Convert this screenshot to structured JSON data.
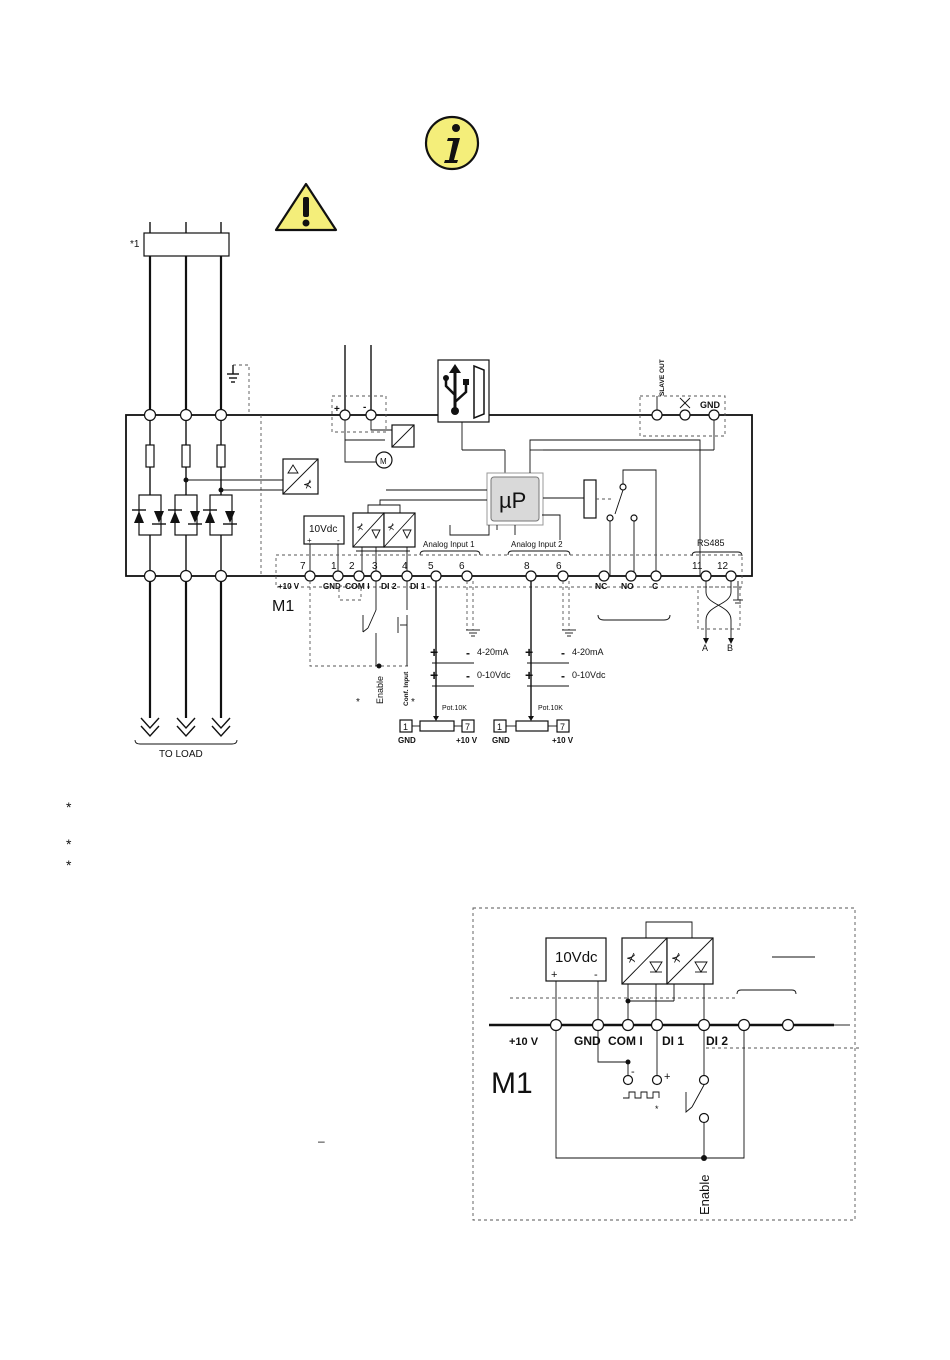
{
  "icons": {
    "info": "info-icon",
    "warning": "warning-icon",
    "usb": "usb-icon",
    "micro": "microprocessor-icon"
  },
  "colors": {
    "icon_fill": "#f4ee7a",
    "ink": "#111111",
    "up_box": "#d9d9d9"
  },
  "main": {
    "note_top": "*1",
    "to_load": "TO LOAD",
    "module": "M1",
    "supply": "10Vdc",
    "plus": "+",
    "minus": "-",
    "ai1_title": "Analog Input 1",
    "ai2_title": "Analog Input 2",
    "rs485": "RS485",
    "slave_out": "SLAVE OUT",
    "gnd_top": "GND",
    "terminal_numbers": [
      "7",
      "1",
      "2",
      "3",
      "4",
      "5",
      "6",
      "8",
      "6",
      "11",
      "12"
    ],
    "terminal_labels": [
      "+10 V",
      "GND",
      "COM I",
      "DI 2",
      "DI 1",
      "NC",
      "NO",
      "C"
    ],
    "rs_a": "A",
    "rs_b": "B",
    "range_ma": "4-20mA",
    "range_v": "0-10Vdc",
    "pot": "Pot.10K",
    "pot_gnd_num": "1",
    "pot_10v_num": "7",
    "pot_gnd": "GND",
    "pot_10v": "+10 V",
    "enable": "Enable",
    "conf_input": "Conf. Input",
    "star": "*",
    "up_label": "µP"
  },
  "notes": [
    "*",
    "*",
    "*"
  ],
  "detail": {
    "supply": "10Vdc",
    "plus": "+",
    "minus": "-",
    "labels": [
      "+10 V",
      "GND",
      "COM I",
      "DI 1",
      "DI 2"
    ],
    "module": "M1",
    "enable": "Enable",
    "star": "*",
    "dash_mark": "–"
  }
}
